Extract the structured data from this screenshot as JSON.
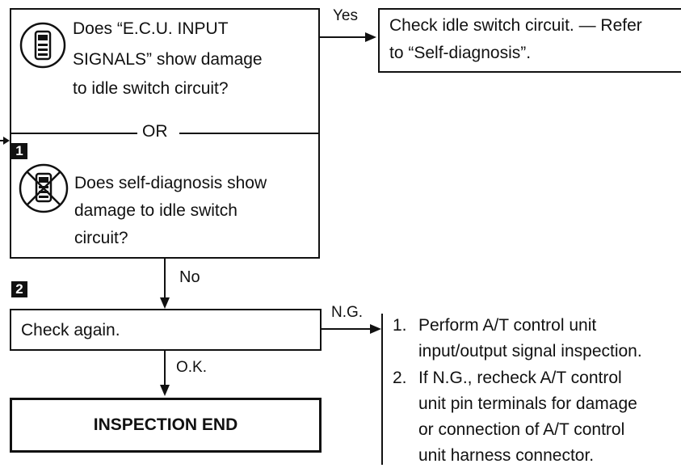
{
  "question_box": {
    "q1_lines": [
      "Does “E.C.U. INPUT",
      "SIGNALS” show damage",
      "to idle switch circuit?"
    ],
    "or_label": "OR",
    "step1_number": "1",
    "q2_lines": [
      "Does self-diagnosis show",
      "damage to idle switch",
      "circuit?"
    ]
  },
  "yes_label": "Yes",
  "yes_box": {
    "lines": [
      "Check idle switch circuit. — Refer",
      "to “Self-diagnosis”."
    ]
  },
  "no_label": "No",
  "step2_number": "2",
  "check_box": {
    "text": "Check again."
  },
  "ng_label": "N.G.",
  "ok_label": "O.K.",
  "end_box": {
    "text": "INSPECTION END"
  },
  "ng_list": {
    "items": [
      {
        "number": "1.",
        "lines": [
          "Perform A/T control unit",
          "input/output signal inspection."
        ]
      },
      {
        "number": "2.",
        "lines": [
          "If N.G., recheck A/T control",
          "unit pin terminals for damage",
          "or connection of A/T control",
          "unit harness connector."
        ]
      }
    ]
  }
}
